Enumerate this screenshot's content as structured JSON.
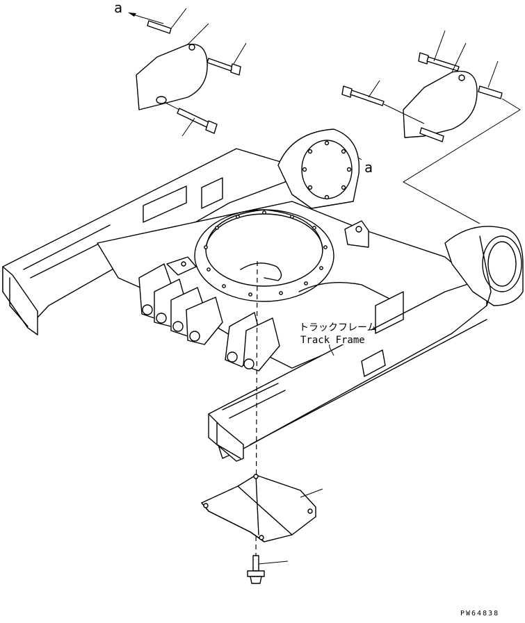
{
  "labels": {
    "ref_a_top": "a",
    "ref_a_mid": "a",
    "part_name_jp": "トラックフレーム",
    "part_name_en": "Track Frame",
    "drawing_code": "PW64838"
  }
}
